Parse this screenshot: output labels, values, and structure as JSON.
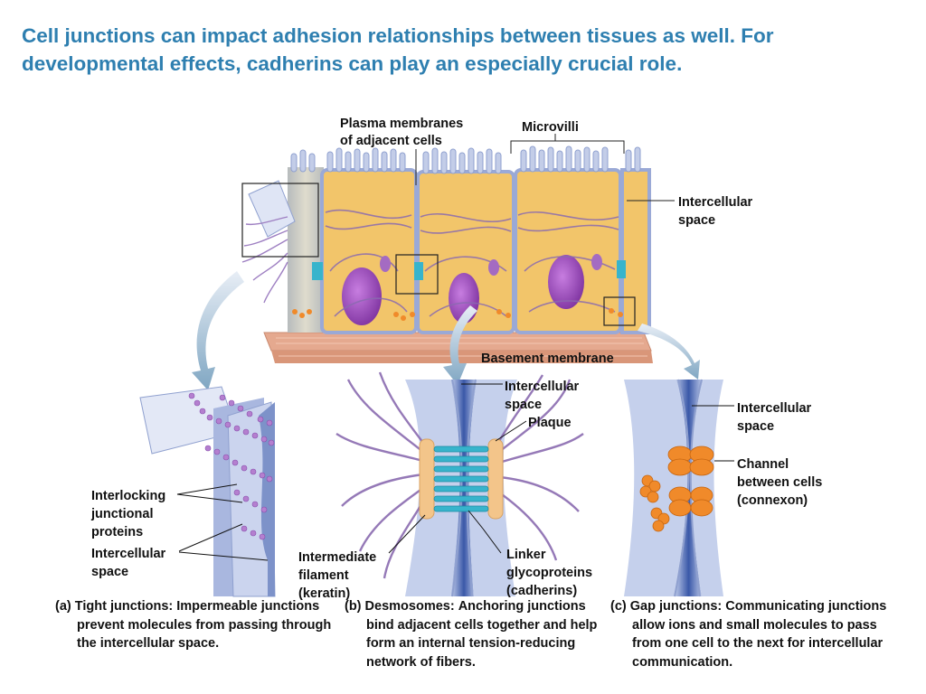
{
  "title": "Cell junctions can impact adhesion relationships between tissues as well.  For developmental effects, cadherins can play an especially crucial role.",
  "colors": {
    "title": "#2e7fb0",
    "cytoplasm": "#f2c56a",
    "membrane": "#b7c4e4",
    "nucleus": "#8a3fae",
    "filament": "#8a6bb0",
    "plaque": "#f3c58a",
    "linker": "#37b4cc",
    "connexon": "#f08a2a",
    "basement": "#e5a98f"
  },
  "labels": {
    "plasma_membranes": [
      "Plasma membranes",
      "of adjacent cells"
    ],
    "microvilli": "Microvilli",
    "intercellular_space_top": [
      "Intercellular",
      "space"
    ],
    "basement_membrane": "Basement membrane",
    "desmo_intercellular_space": [
      "Intercellular",
      "space"
    ],
    "plaque": "Plaque",
    "gap_intercellular_space": [
      "Intercellular",
      "space"
    ],
    "channel": [
      "Channel",
      "between cells",
      "(connexon)"
    ],
    "interlocking": [
      "Interlocking",
      "junctional",
      "proteins"
    ],
    "tight_intercellular_space": [
      "Intercellular",
      "space"
    ],
    "intermediate_filament": [
      "Intermediate",
      "filament",
      "(keratin)"
    ],
    "linker_glycoproteins": [
      "Linker",
      "glycoproteins",
      "(cadherins)"
    ]
  },
  "captions": {
    "a": {
      "letter": "(a)",
      "head": "Tight junctions:",
      "body": "Impermeable junctions prevent molecules from passing through the intercellular space."
    },
    "b": {
      "letter": "(b)",
      "head": "Desmosomes:",
      "body": "Anchoring junctions bind adjacent cells together and help form an internal tension-reducing network of fibers."
    },
    "c": {
      "letter": "(c)",
      "head": "Gap junctions:",
      "body": "Communicating junctions allow ions and small molecules to pass from one cell to the next for intercellular communication."
    }
  }
}
